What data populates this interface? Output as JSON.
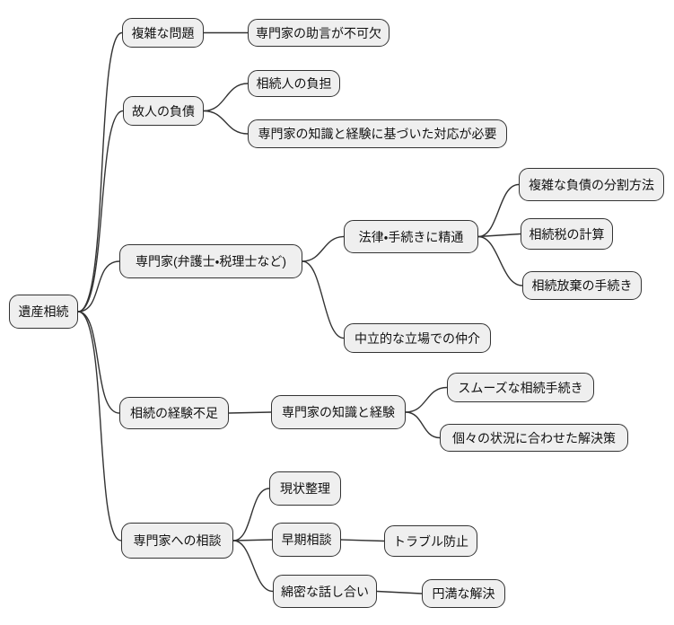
{
  "mindmap": {
    "root": {
      "label": "遺産相続"
    },
    "branches": [
      {
        "label": "複雑な問題",
        "children": [
          {
            "label": "専門家の助言が不可欠"
          }
        ]
      },
      {
        "label": "故人の負債",
        "children": [
          {
            "label": "相続人の負担"
          },
          {
            "label": "専門家の知識と経験に基づいた対応が必要"
          }
        ]
      },
      {
        "label": "専門家(弁護士・税理士など)",
        "children": [
          {
            "label": "法律・手続きに精通",
            "children": [
              {
                "label": "複雑な負債の分割方法"
              },
              {
                "label": "相続税の計算"
              },
              {
                "label": "相続放棄の手続き"
              }
            ]
          },
          {
            "label": "中立的な立場での仲介"
          }
        ]
      },
      {
        "label": "相続の経験不足",
        "children": [
          {
            "label": "専門家の知識と経験",
            "children": [
              {
                "label": "スムーズな相続手続き"
              },
              {
                "label": "個々の状況に合わせた解決策"
              }
            ]
          }
        ]
      },
      {
        "label": "専門家への相談",
        "children": [
          {
            "label": "現状整理"
          },
          {
            "label": "早期相談",
            "children": [
              {
                "label": "トラブル防止"
              }
            ]
          },
          {
            "label": "綿密な話し合い",
            "children": [
              {
                "label": "円満な解決"
              }
            ]
          }
        ]
      }
    ],
    "colors": {
      "node_fill": "#efefef",
      "node_border": "#333333",
      "edge": "#333333",
      "background": "#ffffff"
    }
  }
}
